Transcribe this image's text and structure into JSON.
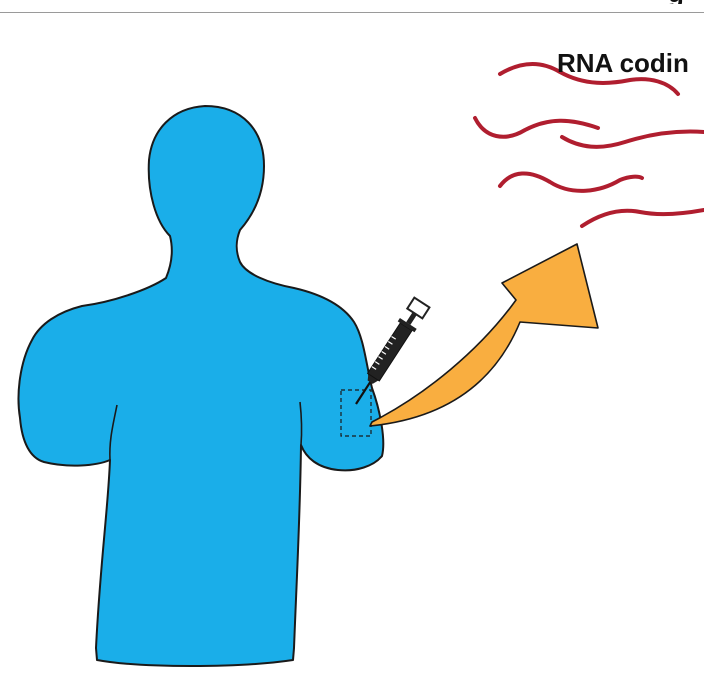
{
  "figure": {
    "rna_label": "RNA codin",
    "top_fragment": "g"
  },
  "colors": {
    "body": "#1aaee9",
    "outline": "#1a1a1a",
    "arrow": "#f9ae40",
    "rna_strand": "#b01e2f",
    "syringe": "#222222"
  },
  "icons": {
    "person": "human-torso-silhouette",
    "injector": "syringe-icon",
    "transition": "curved-arrow",
    "molecules": "rna-strands"
  }
}
